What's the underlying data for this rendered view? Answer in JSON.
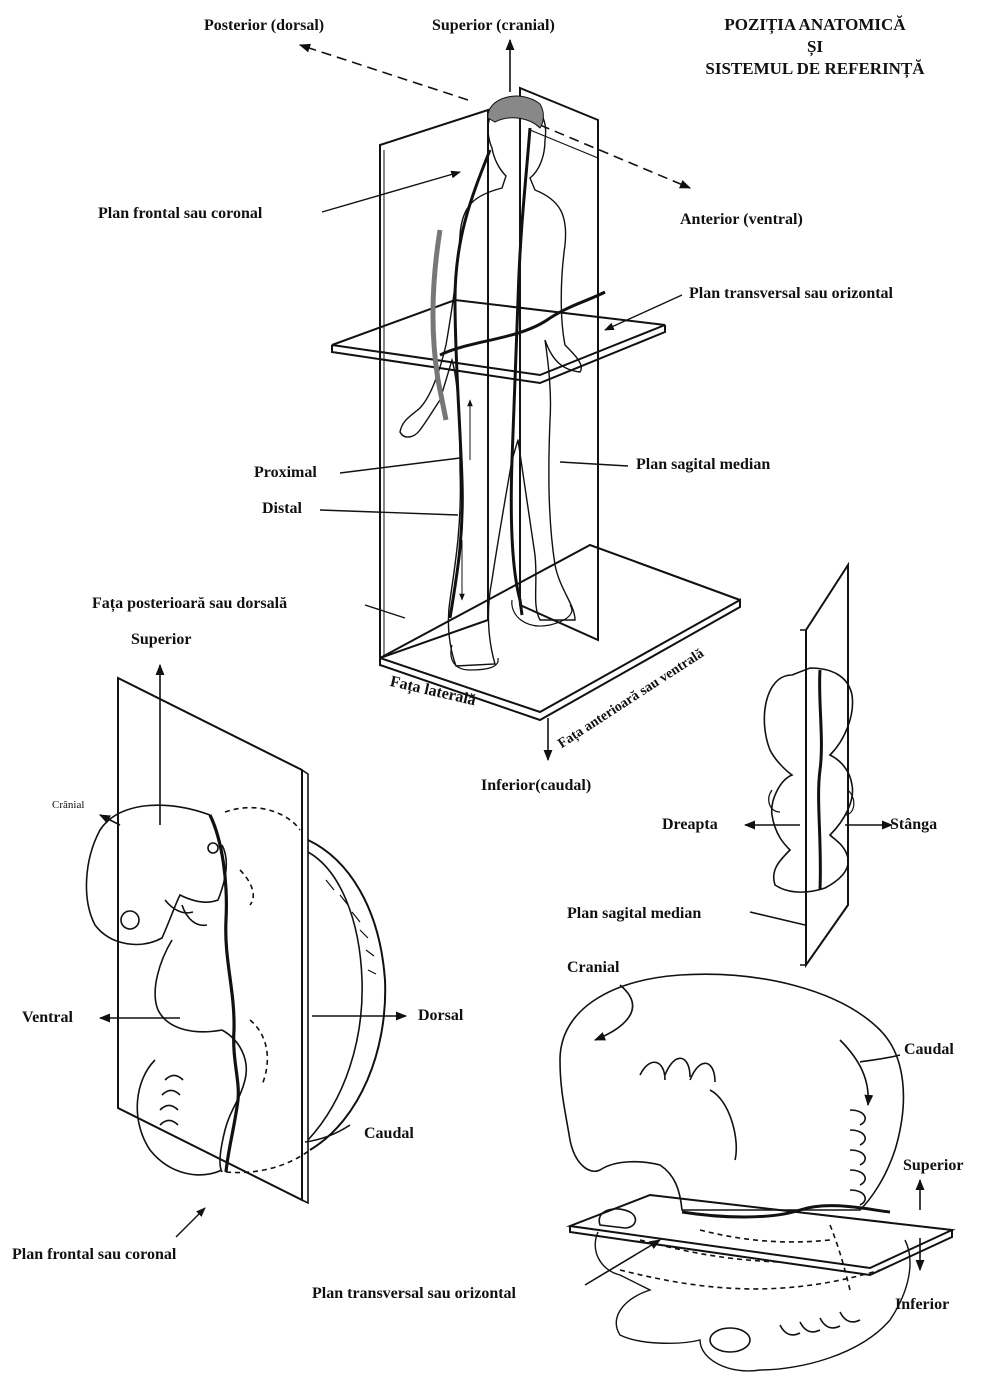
{
  "title": {
    "line1": "POZIȚIA ANATOMICĂ",
    "line2": "ȘI",
    "line3": "SISTEMUL DE REFERINȚĂ"
  },
  "figure1": {
    "posterior": "Posterior (dorsal)",
    "superior": "Superior (cranial)",
    "anterior": "Anterior (ventral)",
    "frontal_plane": "Plan frontal sau coronal",
    "transverse_plane": "Plan transversal sau orizontal",
    "proximal": "Proximal",
    "distal": "Distal",
    "sagittal_plane": "Plan sagital median",
    "posterior_face": "Fața posterioară sau dorsală",
    "lateral_face": "Fața laterală",
    "anterior_face": "Fața anterioară sau ventrală",
    "inferior": "Inferior(caudal)"
  },
  "figure2": {
    "superior": "Superior",
    "cranial": "Crânial",
    "ventral": "Ventral",
    "dorsal": "Dorsal",
    "caudal": "Caudal",
    "frontal_plane": "Plan frontal sau coronal"
  },
  "figure3": {
    "right": "Dreapta",
    "left": "Stânga",
    "sagittal_plane": "Plan sagital median"
  },
  "figure4": {
    "cranial": "Cranial",
    "caudal": "Caudal",
    "superior": "Superior",
    "inferior": "Inferior",
    "transverse_plane": "Plan transversal sau orizontal"
  }
}
